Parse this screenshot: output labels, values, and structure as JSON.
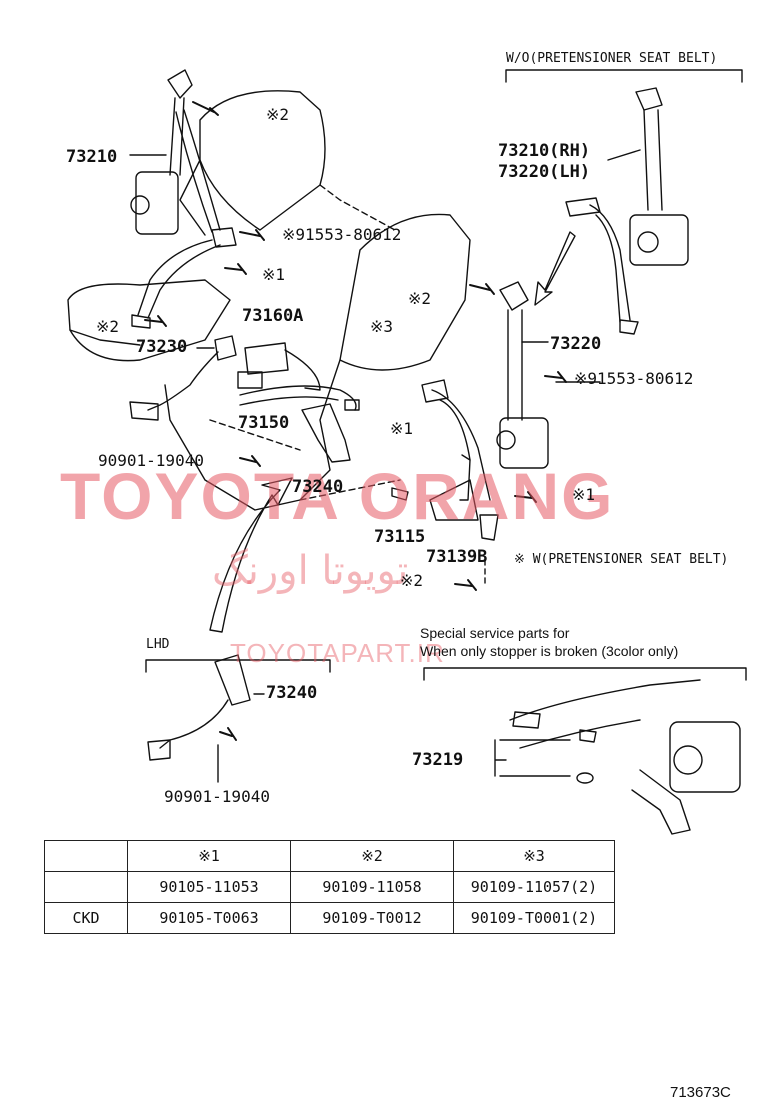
{
  "labels": {
    "wo_pretensioner": "W/O(PRETENSIONER SEAT BELT)",
    "p73210_top": "73210",
    "mark2_top": "※2",
    "p73210_rh": "73210(RH)",
    "p73220_lh": "73220(LH)",
    "bolt_91553_a": "※91553-80612",
    "mark1_a": "※1",
    "mark2_left": "※2",
    "mark2_mid": "※2",
    "p73160a": "73160A",
    "mark3": "※3",
    "p73230": "73230",
    "p73220": "73220",
    "bolt_91553_b": "※91553-80612",
    "p73150": "73150",
    "mark1_b": "※1",
    "p90901_a": "90901-19040",
    "p73240_a": "73240",
    "mark1_c": "※1",
    "p73115": "73115",
    "p73139b": "73139B",
    "w_pretensioner": "※ W(PRETENSIONER SEAT BELT)",
    "mark2_bottom": "※2",
    "lhd": "LHD",
    "special_line1": "Special service parts for",
    "special_line2": "When only stopper is broken (3color only)",
    "p73240_b": "73240",
    "p73219": "73219",
    "p90901_b": "90901-19040",
    "ref_code": "713673C"
  },
  "watermark": {
    "big": "TOYOTA ORANG",
    "farsi": "تویوتا اورنگ",
    "url": "TOYOTAPART.IR"
  },
  "table": {
    "headers": [
      "",
      "※1",
      "※2",
      "※3"
    ],
    "rows": [
      [
        "",
        "90105-11053",
        "90109-11058",
        "90109-11057(2)"
      ],
      [
        "CKD",
        "90105-T0063",
        "90109-T0012",
        "90109-T0001(2)"
      ]
    ]
  },
  "colors": {
    "watermark": "#e65a64",
    "line": "#111111"
  }
}
